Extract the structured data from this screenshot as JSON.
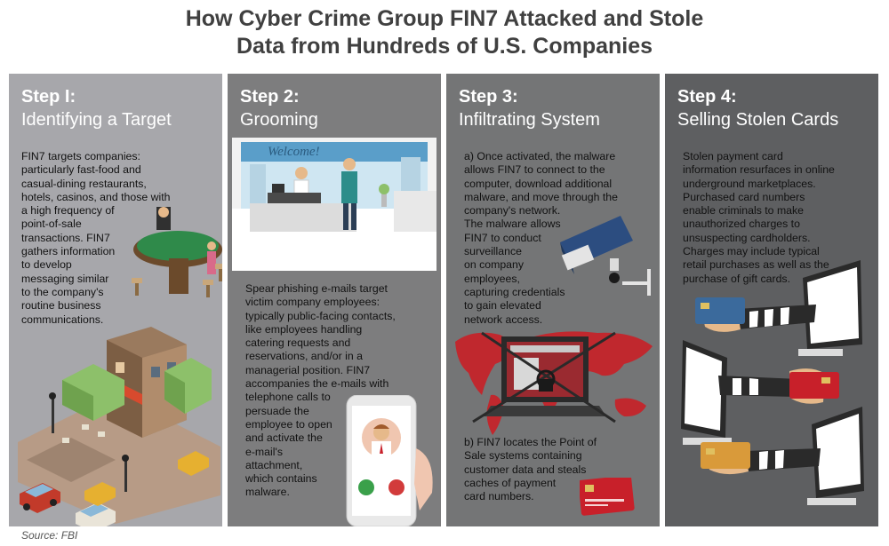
{
  "title": {
    "line1": "How Cyber Crime Group FIN7 Attacked and Stole",
    "line2": "Data from Hundreds of U.S. Companies"
  },
  "steps": [
    {
      "label": "Step I:",
      "heading": "Identifying a Target",
      "text": "FIN7 targets companies:\nparticularly fast-food and\ncasual-dining restaurants,\nhotels, casinos, and those with\na high frequency of\npoint-of-sale\ntransactions. FIN7\ngathers information\nto develop\nmessaging similar\nto the company's\nroutine business\ncommunications."
    },
    {
      "label": "Step 2:",
      "heading": "Grooming",
      "sign": "Welcome!",
      "text": "Spear phishing e-mails target\nvictim company employees:\ntypically public-facing contacts,\nlike employees handling\ncatering requests and\nreservations, and/or in a\nmanagerial position. FIN7\naccompanies the e-mails with\ntelephone calls to\npersuade the\nemployee to open\nand activate the\ne-mail's\nattachment,\nwhich contains\nmalware."
    },
    {
      "label": "Step 3:",
      "heading": "Infiltrating System",
      "text_a": "a) Once activated, the malware\nallows FIN7 to connect to the\ncomputer, download additional\nmalware, and move through the\ncompany's network.\nThe malware allows\nFIN7 to conduct\nsurveillance\non company\nemployees,\ncapturing credentials\nto gain elevated\nnetwork access.",
      "text_b": "b) FIN7 locates the Point of\nSale systems containing\ncustomer data and steals\ncaches of payment\ncard numbers."
    },
    {
      "label": "Step 4:",
      "heading": "Selling Stolen Cards",
      "text": "Stolen payment card\ninformation resurfaces in online\nunderground marketplaces.\nPurchased card numbers\nenable criminals to make\nunauthorized charges to\nunsuspecting cardholders.\nCharges may include typical\nretail purchases as well as the\npurchase of gift cards."
    }
  ],
  "source": "Source: FBI",
  "colors": {
    "panel1": "#a7a7ab",
    "panel2": "#7d7d7e",
    "panel3": "#747576",
    "panel4": "#5e5f61",
    "title": "#404040",
    "card_red": "#c8202a",
    "map_red": "#c0282e"
  }
}
